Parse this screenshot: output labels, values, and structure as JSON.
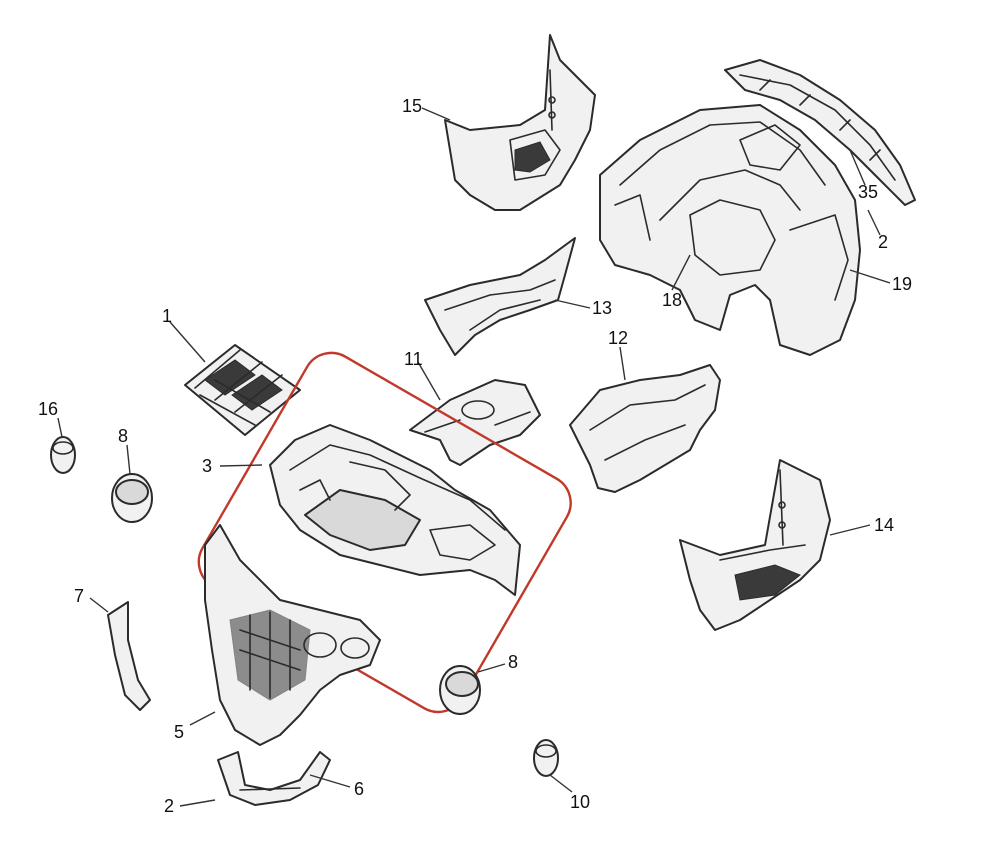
{
  "highlight_color": "#c0392b",
  "line_color": "#2b2b2b",
  "callouts": [
    {
      "id": "c15",
      "text": "15"
    },
    {
      "id": "c35",
      "text": "35"
    },
    {
      "id": "c2a",
      "text": "2"
    },
    {
      "id": "c19",
      "text": "19"
    },
    {
      "id": "c18",
      "text": "18"
    },
    {
      "id": "c13",
      "text": "13"
    },
    {
      "id": "c1",
      "text": "1"
    },
    {
      "id": "c12",
      "text": "12"
    },
    {
      "id": "c11",
      "text": "11"
    },
    {
      "id": "c16",
      "text": "16"
    },
    {
      "id": "c8a",
      "text": "8"
    },
    {
      "id": "c3",
      "text": "3"
    },
    {
      "id": "c14",
      "text": "14"
    },
    {
      "id": "c7",
      "text": "7"
    },
    {
      "id": "c8b",
      "text": "8"
    },
    {
      "id": "c5",
      "text": "5"
    },
    {
      "id": "c6",
      "text": "6"
    },
    {
      "id": "c2b",
      "text": "2"
    },
    {
      "id": "c10",
      "text": "10"
    }
  ]
}
